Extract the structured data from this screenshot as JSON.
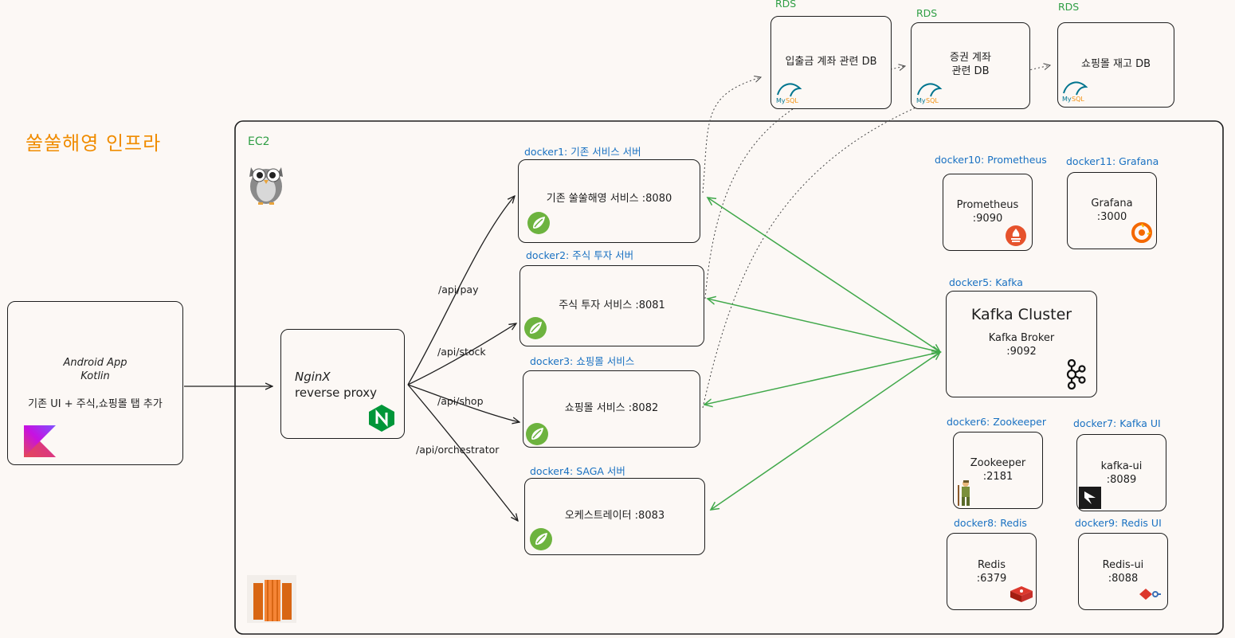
{
  "title": "쑬쑬해영 인프라",
  "ec2_label": "EC2",
  "rds_label": "RDS",
  "android": {
    "line1": "Android App",
    "line2": "Kotlin",
    "line3": "기존 UI + 주식,쇼핑몰 탭 추가"
  },
  "nginx": {
    "line1": "NginX",
    "line2": "reverse proxy"
  },
  "routes": [
    "/api/pay",
    "/api/stock",
    "/api/shop",
    "/api/orchestrator"
  ],
  "services": [
    {
      "header": "docker1: 기존 서비스 서버",
      "text": "기존 쑬쑬해영 서비스 :8080"
    },
    {
      "header": "docker2: 주식 투자 서버",
      "text": "주식 투자 서비스 :8081"
    },
    {
      "header": "docker3: 쇼핑몰 서비스",
      "text": "쇼핑몰 서비스 :8082"
    },
    {
      "header": "docker4: SAGA 서버",
      "text": "오케스트레이터 :8083"
    }
  ],
  "rds": [
    {
      "text": "입출금 계좌 관련 DB"
    },
    {
      "text": "증권 계좌\n관련 DB"
    },
    {
      "text": "쇼핑몰 재고 DB"
    }
  ],
  "prometheus": {
    "header": "docker10: Prometheus",
    "text": "Prometheus\n:9090"
  },
  "grafana": {
    "header": "docker11: Grafana",
    "text": "Grafana\n:3000"
  },
  "kafka": {
    "header": "docker5: Kafka",
    "title": "Kafka Cluster",
    "text": "Kafka Broker\n:9092"
  },
  "zookeeper": {
    "header": "docker6: Zookeeper",
    "text": "Zookeeper\n:2181"
  },
  "kafka_ui": {
    "header": "docker7: Kafka UI",
    "text": "kafka-ui\n:8089"
  },
  "redis": {
    "header": "docker8: Redis",
    "text": "Redis\n:6379"
  },
  "redis_ui": {
    "header": "docker9: Redis UI",
    "text": "Redis-ui\n:8088"
  },
  "icons": [
    "kotlin-icon",
    "nginx-icon",
    "spring-icon",
    "mysql-icon",
    "owl-icon",
    "aws-ec2-icon",
    "prometheus-icon",
    "grafana-icon",
    "kafka-icon",
    "zookeeper-icon",
    "kafka-ui-icon",
    "redis-icon",
    "redis-ui-icon"
  ],
  "colors": {
    "header_blue": "#1971c2",
    "green": "#2f9e44",
    "title_orange": "#f08c00",
    "arrow_green": "#40a84a"
  }
}
